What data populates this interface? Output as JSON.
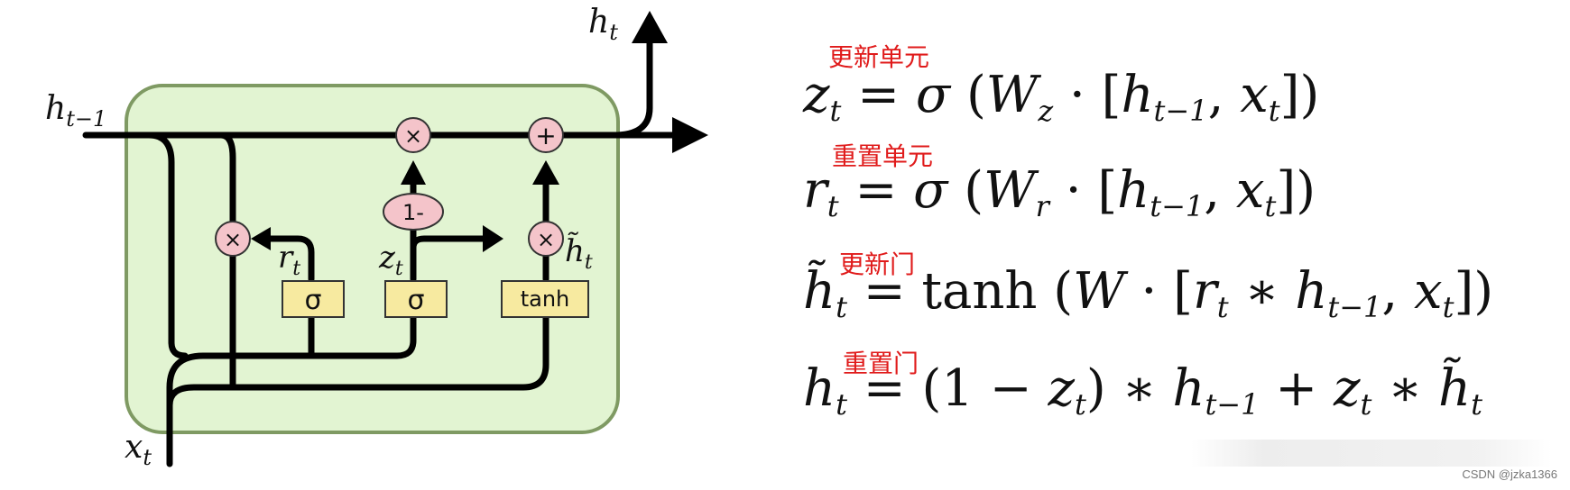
{
  "diagram": {
    "labels": {
      "h_prev": "h",
      "h_prev_sub": "t−1",
      "h_out": "h",
      "h_out_sub": "t",
      "x_in": "x",
      "x_in_sub": "t",
      "r": "r",
      "r_sub": "t",
      "z": "z",
      "z_sub": "t",
      "h_tilde": "h̃",
      "h_tilde_sub": "t"
    },
    "gates": {
      "sigma_r": "σ",
      "sigma_z": "σ",
      "tanh": "tanh",
      "one_minus": "1-"
    },
    "ops": {
      "mult_r": "×",
      "mult_top": "×",
      "mult_tilde": "×",
      "add_top": "+"
    },
    "colors": {
      "cell_fill": "#e2f4d2",
      "cell_border": "#7f9a63",
      "gate_fill": "#f7eaa0",
      "op_fill": "#f4c4ca",
      "line": "#000000"
    }
  },
  "equations": {
    "tags": [
      "更新单元",
      "重置单元",
      "更新门",
      "重置门"
    ]
  },
  "watermark": "CSDN @jzka1366"
}
